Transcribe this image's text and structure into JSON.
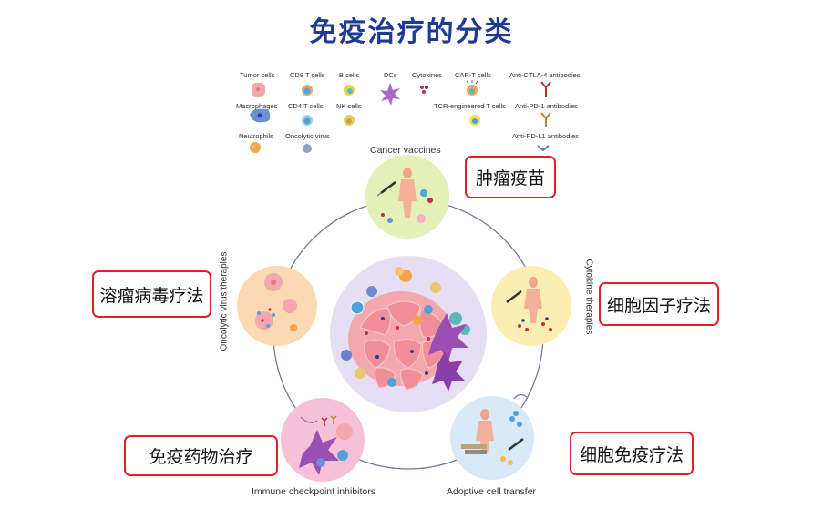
{
  "title": "免疫治疗的分类",
  "legend": {
    "tumor": "Tumor cells",
    "cd8": "CD8 T cells",
    "bcell": "B cells",
    "dc": "DCs",
    "cytokine": "Cytokines",
    "cart": "CAR-T cells",
    "ctla4": "Anti-CTLA-4 antibodies",
    "macro": "Macrophages",
    "cd4": "CD4 T cells",
    "nk": "NK cells",
    "tcr": "TCR-engineered T cells",
    "pd1": "Anti-PD-1 antibodies",
    "neutro": "Neutrophils",
    "oncolytic": "Oncolytic virus",
    "pdl1": "Anti-PD-L1 antibodies"
  },
  "captions": {
    "vaccines": "Cancer vaccines",
    "cytokine": "Cytokine therapies",
    "oncolytic": "Oncolytic virus therapies",
    "checkpoint": "Immune checkpoint inhibitors",
    "adoptive": "Adoptive cell transfer"
  },
  "boxes": {
    "vaccine": "肿瘤疫苗",
    "cytokine": "细胞因子疗法",
    "oncolytic": "溶瘤病毒疗法",
    "drug": "免疫药物治疗",
    "cell": "细胞免疫疗法"
  },
  "colors": {
    "title": "#1f3a93",
    "box_border": "#e0202a",
    "vaccine_circle": "#e3f0b8",
    "cytokine_circle": "#fbeeb0",
    "oncolytic_circle": "#fbd9b2",
    "checkpoint_circle": "#f6c1d8",
    "adoptive_circle": "#d9e9f7",
    "center_circle": "#e6def2"
  }
}
